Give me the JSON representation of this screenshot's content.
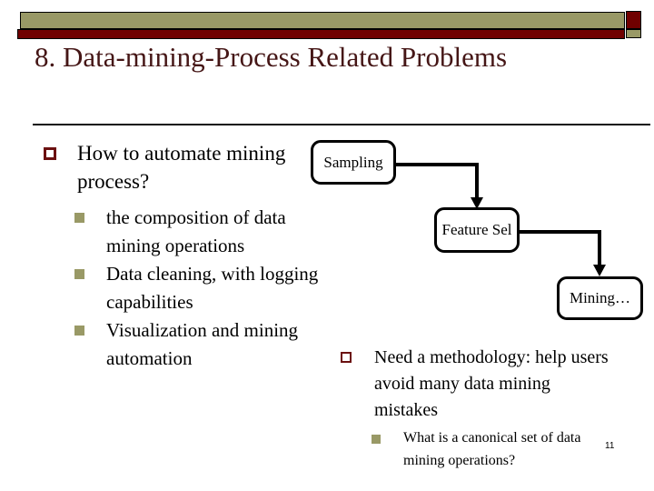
{
  "slide": {
    "title": "8. Data-mining-Process Related Problems",
    "page_number": "11"
  },
  "left_column": {
    "main_bullet": "How to automate mining process?",
    "sub_bullets": [
      "the composition of data mining operations",
      "Data cleaning, with logging capabilities",
      "Visualization and mining automation"
    ]
  },
  "right_column": {
    "main_bullet": "Need a methodology: help users avoid many data mining mistakes",
    "sub_bullets": [
      "What is a canonical set of data mining operations?"
    ]
  },
  "flowchart": {
    "nodes": [
      "Sampling",
      "Feature Sel",
      "Mining…"
    ]
  },
  "colors": {
    "accent_khaki": "#999966",
    "accent_dark_red": "#700000",
    "title_maroon": "#451616",
    "bullet_border_red": "#6b1010"
  }
}
